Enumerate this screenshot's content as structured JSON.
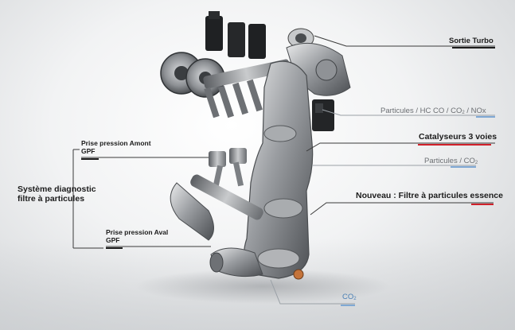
{
  "labels": {
    "sortie_turbo": "Sortie Turbo",
    "particules_gaz_prefix": "Particules / HC CO / CO",
    "particules_gaz_sub": "2",
    "particules_gaz_suffix": " / NOx",
    "catalyseurs": "Catalyseurs 3 voies",
    "particules_co2_prefix": "Particules / CO",
    "particules_co2_sub": "2",
    "filtre": "Nouveau : Filtre à particules essence",
    "co2_prefix": "CO",
    "co2_sub": "2",
    "prise_amont_line1": "Prise pression Amont",
    "prise_amont_line2": "GPF",
    "systeme_line1": "Système diagnostic",
    "systeme_line2": "filtre à particules",
    "prise_aval_line1": "Prise pression Aval",
    "prise_aval_line2": "GPF"
  },
  "colors": {
    "accent_red": "#d0202a",
    "accent_blue": "#7fa8d4",
    "accent_dark": "#1c1c1c",
    "leader": "#3a3a3a"
  }
}
